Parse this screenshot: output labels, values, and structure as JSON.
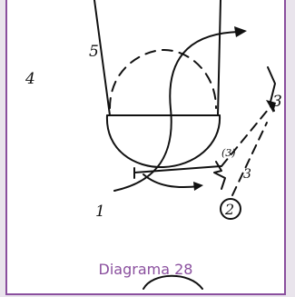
{
  "diagram": {
    "caption": "Diagrama 28",
    "labels": {
      "player_5": "5",
      "player_4": "4",
      "player_3": "3",
      "player_2": "2",
      "player_1": "1",
      "pass_a": "(3)",
      "pass_b": "3"
    },
    "colors": {
      "frame": "#8a4f9e",
      "caption": "#8a4f9e",
      "ink": "#111111"
    }
  }
}
